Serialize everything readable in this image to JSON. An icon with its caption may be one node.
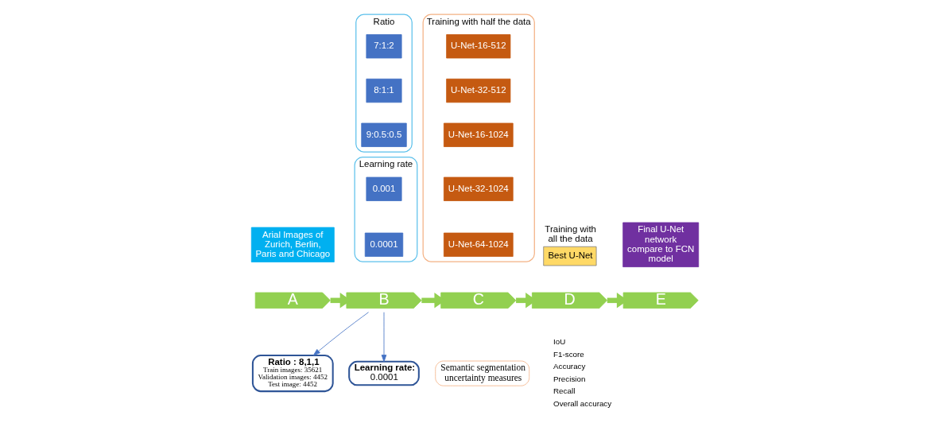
{
  "diagram": {
    "nodes": [
      {
        "text": [
          "Arial Images of Zurich, Berlin, Paris and Chicago"
        ]
      },
      {
        "text": [
          "Ratio"
        ]
      },
      {
        "text": [
          "7:1:2"
        ],
        "in": 1
      },
      {
        "text": [
          "8:1:1"
        ],
        "in": 1
      },
      {
        "text": [
          "9:0.5:0.5"
        ],
        "in": 1
      },
      {
        "text": [
          "Learning rate"
        ]
      },
      {
        "text": [
          "0.001"
        ],
        "in": 5
      },
      {
        "text": [
          "0.0001"
        ],
        "in": 5
      },
      {
        "text": [
          "Training with half the data"
        ]
      },
      {
        "text": [
          "U-Net-16-512"
        ],
        "in": 8
      },
      {
        "text": [
          "U-Net-32-512"
        ],
        "in": 8
      },
      {
        "text": [
          "U-Net-16-1024"
        ],
        "in": 8
      },
      {
        "text": [
          "U-Net-32-1024"
        ],
        "in": 8
      },
      {
        "text": [
          "U-Net-64-1024"
        ],
        "in": 8
      },
      {
        "text": [
          "Best U-Net"
        ],
        "beside": [
          "Training with all the data"
        ]
      },
      {
        "text": [
          "Final U-Net network compare to FCN model"
        ]
      },
      {
        "text": [
          "A"
        ]
      },
      {
        "text": [
          "B"
        ]
      },
      {
        "text": [
          "C"
        ]
      },
      {
        "text": [
          "D"
        ]
      },
      {
        "text": [
          "E"
        ]
      },
      {
        "text": [
          "Ratio : 8,1,1",
          "Train images: 35621 Validation images: 4452 Test image: 4452"
        ]
      },
      {
        "text": [
          "Learning rate:",
          "0.0001"
        ]
      },
      {
        "text": [
          "Semantic segmentation uncertainty measures"
        ]
      }
    ],
    "edges": [
      {
        "from": 16,
        "to": 17,
        "arrow": "to"
      },
      {
        "from": 17,
        "to": 18,
        "arrow": "to"
      },
      {
        "from": 18,
        "to": 19,
        "arrow": "to"
      },
      {
        "from": 19,
        "to": 20,
        "arrow": "to"
      },
      {
        "from": 17,
        "to": 21,
        "arrow": "to",
        "color": "#4472c4"
      },
      {
        "from": 17,
        "to": 22,
        "arrow": "to",
        "color": "#4472c4"
      }
    ],
    "labels": [
      "IoU",
      "F1-score",
      "Accuracy",
      "Precision",
      "Recall",
      "Overall accuracy"
    ]
  }
}
